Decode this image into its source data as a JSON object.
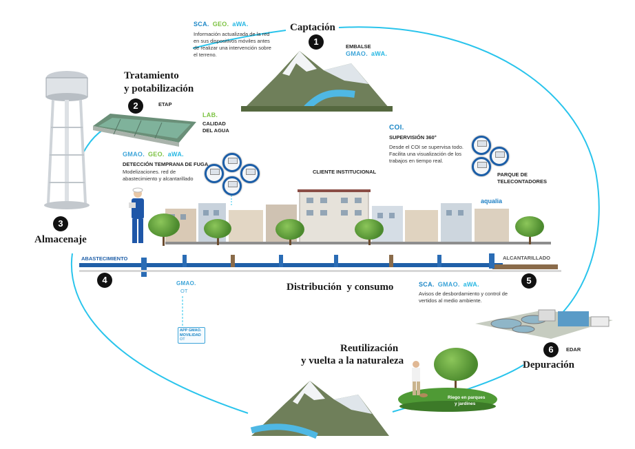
{
  "stages": {
    "captacion": {
      "title": "Captación",
      "number": "1"
    },
    "tratamiento": {
      "title_line1": "Tratamiento",
      "title_line2": "y potabilización",
      "number": "2"
    },
    "almacenaje": {
      "title": "Almacenaje",
      "number": "3"
    },
    "distribucion": {
      "title": "Distribución  y consumo",
      "number": "4"
    },
    "alcantarillado_number": "5",
    "reutilizacion": {
      "title_line1": "Reutilización",
      "title_line2": "y vuelta a la naturaleza"
    },
    "depuracion": {
      "title": "Depuración",
      "number": "6"
    }
  },
  "labels": {
    "etap": "ETAP",
    "lab": "LAB.",
    "calidad_line1": "CALIDAD",
    "calidad_line2": "DEL AGUA",
    "embalse": "EMBALSE",
    "cliente": "CLIENTE INSTITUCIONAL",
    "coi": "COI.",
    "supervision": "SUPERVISIÓN 360°",
    "parque_line1": "PARQUE DE",
    "parque_line2": "TELECONTADORES",
    "aqualia": "aqualia",
    "abastecimiento": "ABASTECIMIENTO",
    "alcantarillado": "ALCANTARILLADO",
    "edar": "EDAR",
    "riego_line1": "Riego en parques",
    "riego_line2": "y jardines",
    "gmao_ot_line1": "GMAO.",
    "gmao_ot_line2": "OT",
    "app_line1": "APP GMAO.",
    "app_line2": "MOVILIDAD",
    "app_line3": "OT"
  },
  "tags": {
    "sca": "SCA.",
    "geo": "GEO.",
    "awa": "aWA.",
    "gmao": "GMAO."
  },
  "texts": {
    "sca_info": [
      "Información actualizada de la red",
      "en sus dispositivos móviles antes",
      "de realizar una intervención sobre",
      "el terreno."
    ],
    "deteccion_title": "DETECCIÓN TEMPRANA DE FUGA",
    "deteccion_body": [
      "Modelizaciones. red de",
      "abastecimiento y alcantarillado"
    ],
    "coi_body": [
      "Desde el COI se supervisa todo.",
      "Facilita una visualización de los",
      "trabajos en tiempo real."
    ],
    "avisos": [
      "Avisos de desbordamiento y control de",
      "vertidos al medio ambiente."
    ]
  },
  "colors": {
    "cycle_line": "#29c4ec",
    "pipe_supply": "#1f5fa8",
    "pipe_sewer": "#8a6b4a",
    "number_badge": "#111111"
  }
}
